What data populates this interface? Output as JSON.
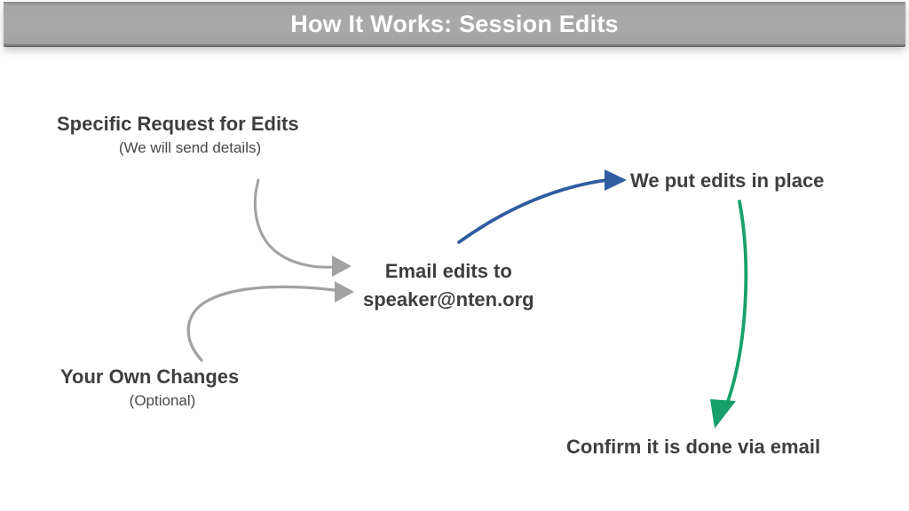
{
  "slide": {
    "title": "How It Works: Session Edits",
    "banner_color": "#a6a6a6",
    "title_color": "#ffffff",
    "background_color": "#ffffff",
    "text_color": "#3e3e3e"
  },
  "nodes": {
    "specific_request": {
      "headline": "Specific Request for Edits",
      "sub": "(We will send details)"
    },
    "your_own_changes": {
      "headline": "Your Own Changes",
      "sub": "(Optional)"
    },
    "email_edits": {
      "line1": "Email edits to",
      "line2": "speaker@nten.org"
    },
    "we_put_edits": {
      "headline": "We put edits in place"
    },
    "confirm_done": {
      "headline": "Confirm it is done via email"
    }
  },
  "arrows": [
    {
      "name": "arrow-specific-request-to-email",
      "color": "#9d9d9d",
      "from": "Specific Request for Edits",
      "to": "Email edits to speaker@nten.org"
    },
    {
      "name": "arrow-your-own-changes-to-email",
      "color": "#9d9d9d",
      "from": "Your Own Changes",
      "to": "Email edits to speaker@nten.org"
    },
    {
      "name": "arrow-email-to-we-put-edits",
      "color": "#2f5da0",
      "from": "Email edits to speaker@nten.org",
      "to": "We put edits in place"
    },
    {
      "name": "arrow-we-put-edits-to-confirm",
      "color": "#17a06b",
      "from": "We put edits in place",
      "to": "Confirm it is done via email"
    }
  ]
}
